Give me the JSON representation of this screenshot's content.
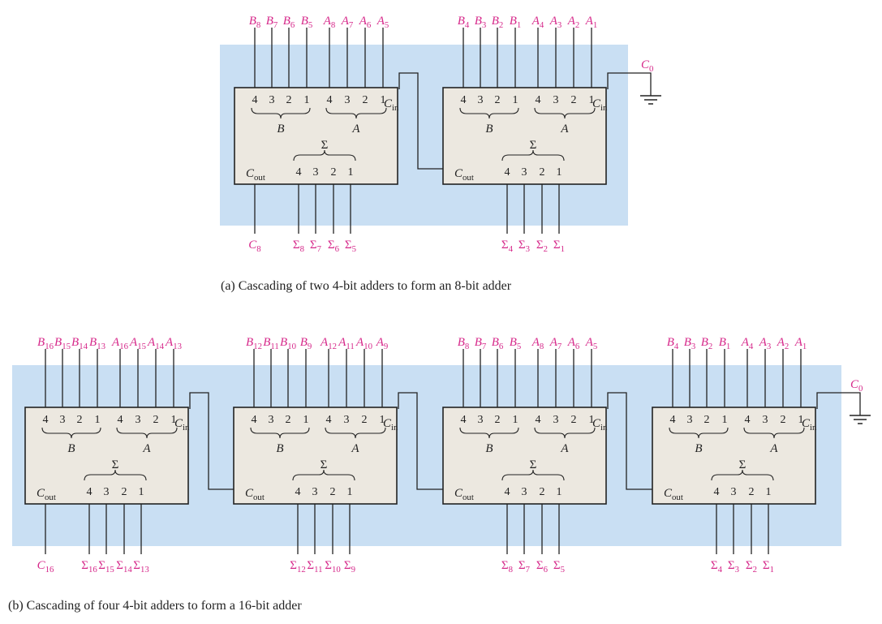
{
  "colors": {
    "panel": "#c9dff3",
    "box_fill": "#ece8e0",
    "signal": "#d6288a",
    "line": "#222222"
  },
  "pin_numbers": [
    "4",
    "3",
    "2",
    "1"
  ],
  "group_labels": {
    "b": "B",
    "a": "A",
    "sum": "Σ"
  },
  "cin_label": {
    "base": "C",
    "sub": "in"
  },
  "cout_label": {
    "base": "C",
    "sub": "out"
  },
  "ground_icon": "ground-icon",
  "diagram_a": {
    "caption": "(a)  Cascading of two 4-bit adders to form an 8-bit adder",
    "carry_in": {
      "base": "C",
      "sub": "0"
    },
    "carry_out": {
      "base": "C",
      "sub": "8"
    },
    "adders": [
      {
        "b_inputs": [
          "8",
          "7",
          "6",
          "5"
        ],
        "a_inputs": [
          "8",
          "7",
          "6",
          "5"
        ],
        "sums": [
          "8",
          "7",
          "6",
          "5"
        ]
      },
      {
        "b_inputs": [
          "4",
          "3",
          "2",
          "1"
        ],
        "a_inputs": [
          "4",
          "3",
          "2",
          "1"
        ],
        "sums": [
          "4",
          "3",
          "2",
          "1"
        ]
      }
    ]
  },
  "diagram_b": {
    "caption": "(b)  Cascading of four 4-bit adders to form a 16-bit adder",
    "carry_in": {
      "base": "C",
      "sub": "0"
    },
    "carry_out": {
      "base": "C",
      "sub": "16"
    },
    "adders": [
      {
        "b_inputs": [
          "16",
          "15",
          "14",
          "13"
        ],
        "a_inputs": [
          "16",
          "15",
          "14",
          "13"
        ],
        "sums": [
          "16",
          "15",
          "14",
          "13"
        ]
      },
      {
        "b_inputs": [
          "12",
          "11",
          "10",
          "9"
        ],
        "a_inputs": [
          "12",
          "11",
          "10",
          "9"
        ],
        "sums": [
          "12",
          "11",
          "10",
          "9"
        ]
      },
      {
        "b_inputs": [
          "8",
          "7",
          "6",
          "5"
        ],
        "a_inputs": [
          "8",
          "7",
          "6",
          "5"
        ],
        "sums": [
          "8",
          "7",
          "6",
          "5"
        ]
      },
      {
        "b_inputs": [
          "4",
          "3",
          "2",
          "1"
        ],
        "a_inputs": [
          "4",
          "3",
          "2",
          "1"
        ],
        "sums": [
          "4",
          "3",
          "2",
          "1"
        ]
      }
    ]
  }
}
